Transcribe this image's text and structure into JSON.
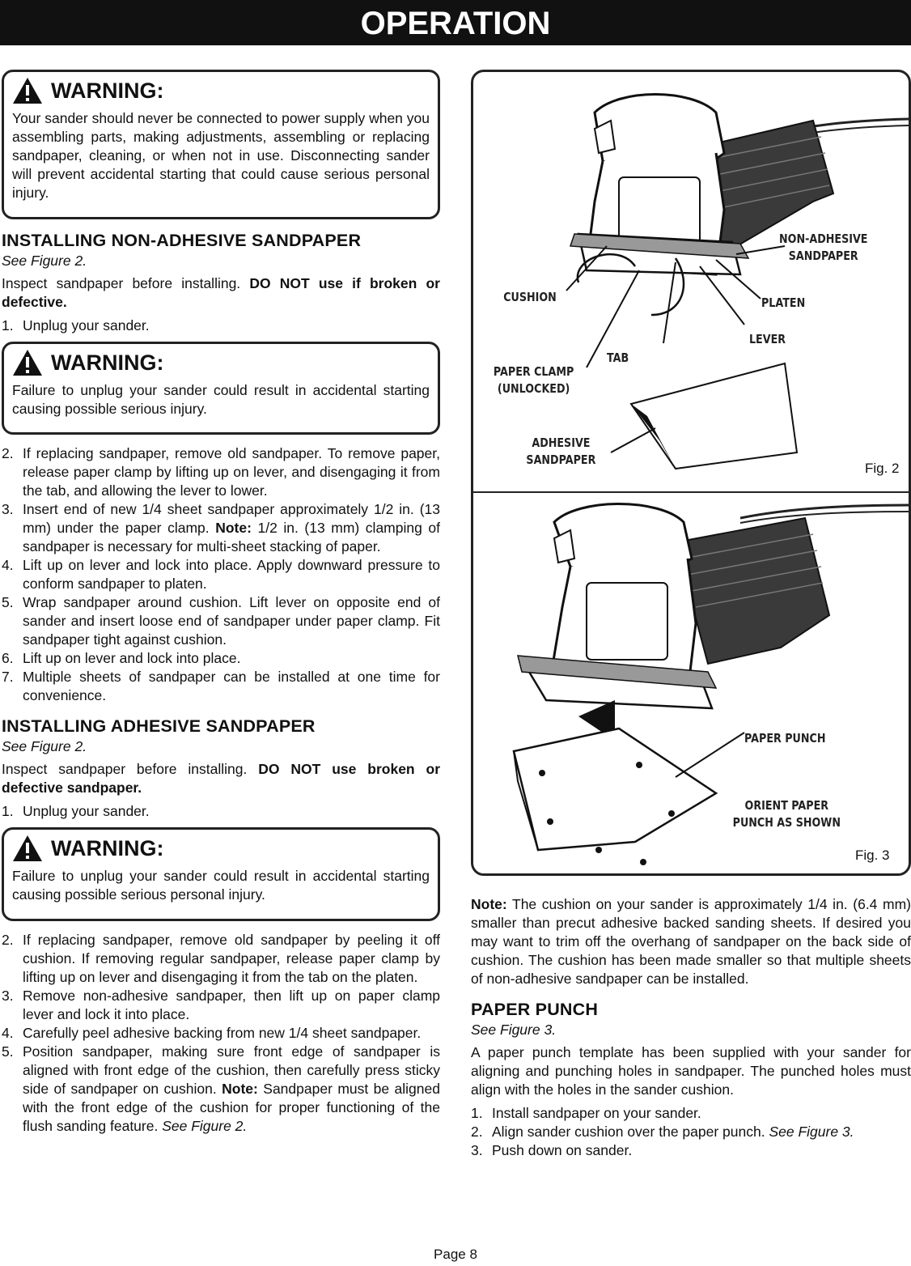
{
  "header": {
    "title": "OPERATION"
  },
  "warnings": [
    {
      "label": "WARNING:",
      "text": "Your sander should never be connected to power supply when you assembling parts, making adjustments, assembling or replacing sandpaper, cleaning, or when not in use. Disconnecting sander will prevent accidental starting that could cause serious personal injury."
    },
    {
      "label": "WARNING:",
      "text": "Failure to unplug your sander could result in accidental starting causing possible serious injury."
    },
    {
      "label": "WARNING:",
      "text": "Failure to unplug your sander could result in accidental starting causing possible serious personal injury."
    }
  ],
  "section1": {
    "title": "INSTALLING NON-ADHESIVE SANDPAPER",
    "see": "See Figure 2.",
    "intro": "Inspect sandpaper before installing. ",
    "intro_bold": "DO NOT use if broken or defective.",
    "step1": {
      "n": "1.",
      "text": "Unplug your sander."
    },
    "steps": [
      {
        "n": "2.",
        "text": "If replacing sandpaper, remove old sandpaper. To remove paper, release paper clamp by lifting up on lever, and disengaging it from the tab, and allowing the lever to lower."
      },
      {
        "n": "3.",
        "text": "Insert end of new 1/4 sheet sandpaper approximately 1/2 in. (13 mm) under the paper clamp. ",
        "bold": "Note:",
        "after": " 1/2 in. (13 mm) clamping of sandpaper is necessary for multi-sheet stacking of paper."
      },
      {
        "n": "4.",
        "text": "Lift up on lever and lock into place. Apply downward pressure to conform sandpaper to platen."
      },
      {
        "n": "5.",
        "text": "Wrap sandpaper around cushion. Lift lever on opposite end of sander and insert loose end of sandpaper under paper clamp. Fit sandpaper tight against cushion."
      },
      {
        "n": "6.",
        "text": "Lift up on lever and lock into place."
      },
      {
        "n": "7.",
        "text": "Multiple sheets of sandpaper can be installed at one time for convenience."
      }
    ]
  },
  "section2": {
    "title": "INSTALLING ADHESIVE SANDPAPER",
    "see": "See Figure 2.",
    "intro": "Inspect sandpaper before installing. ",
    "intro_bold": "DO NOT use broken or defective sandpaper.",
    "step1": {
      "n": "1.",
      "text": "Unplug your sander."
    },
    "steps": [
      {
        "n": "2.",
        "text": "If replacing sandpaper, remove old sandpaper by peeling it off cushion. If removing regular sandpaper, release paper clamp by lifting up on lever and disengaging it from the tab on the platen."
      },
      {
        "n": "3.",
        "text": "Remove non-adhesive sandpaper, then lift up on paper clamp lever and lock it into place."
      },
      {
        "n": "4.",
        "text": "Carefully peel adhesive backing from new 1/4 sheet sandpaper."
      },
      {
        "n": "5.",
        "text": "Position sandpaper, making sure front edge of sandpaper is aligned with front edge of the cushion, then carefully press sticky side of sandpaper on cushion. ",
        "bold": "Note:",
        "after": " Sandpaper must be aligned with the front edge of the cushion for proper functioning of the flush sanding feature. ",
        "italic": "See Figure 2."
      }
    ]
  },
  "fig2": {
    "caption": "Fig. 2",
    "labels": {
      "non_adhesive": "NON-ADHESIVE\nSANDPAPER",
      "cushion": "CUSHION",
      "platen": "PLATEN",
      "lever": "LEVER",
      "tab": "TAB",
      "paper_clamp": "PAPER CLAMP\n(UNLOCKED)",
      "adhesive": "ADHESIVE\nSANDPAPER"
    }
  },
  "fig3": {
    "caption": "Fig.  3",
    "labels": {
      "paper_punch": "PAPER PUNCH",
      "orient": "ORIENT PAPER\nPUNCH AS SHOWN"
    }
  },
  "note": {
    "bold": "Note:",
    "text": " The cushion on your sander is approximately 1/4 in. (6.4 mm) smaller than precut adhesive backed sanding sheets. If desired you may want to trim off the overhang of sandpaper on the back side of cushion. The cushion has been made smaller so that multiple sheets of non-adhesive sandpaper can be installed."
  },
  "section3": {
    "title": "PAPER PUNCH",
    "see": "See Figure 3.",
    "intro": "A paper punch template has been supplied with your sander for aligning and punching holes in sandpaper. The punched holes must align with the holes in the sander cushion.",
    "steps": [
      {
        "n": "1.",
        "text": "Install sandpaper on your sander."
      },
      {
        "n": "2.",
        "text": "Align sander cushion over the paper punch. ",
        "italic": "See Figure 3."
      },
      {
        "n": "3.",
        "text": "Push down on sander."
      }
    ]
  },
  "footer": {
    "page": "Page 8"
  }
}
